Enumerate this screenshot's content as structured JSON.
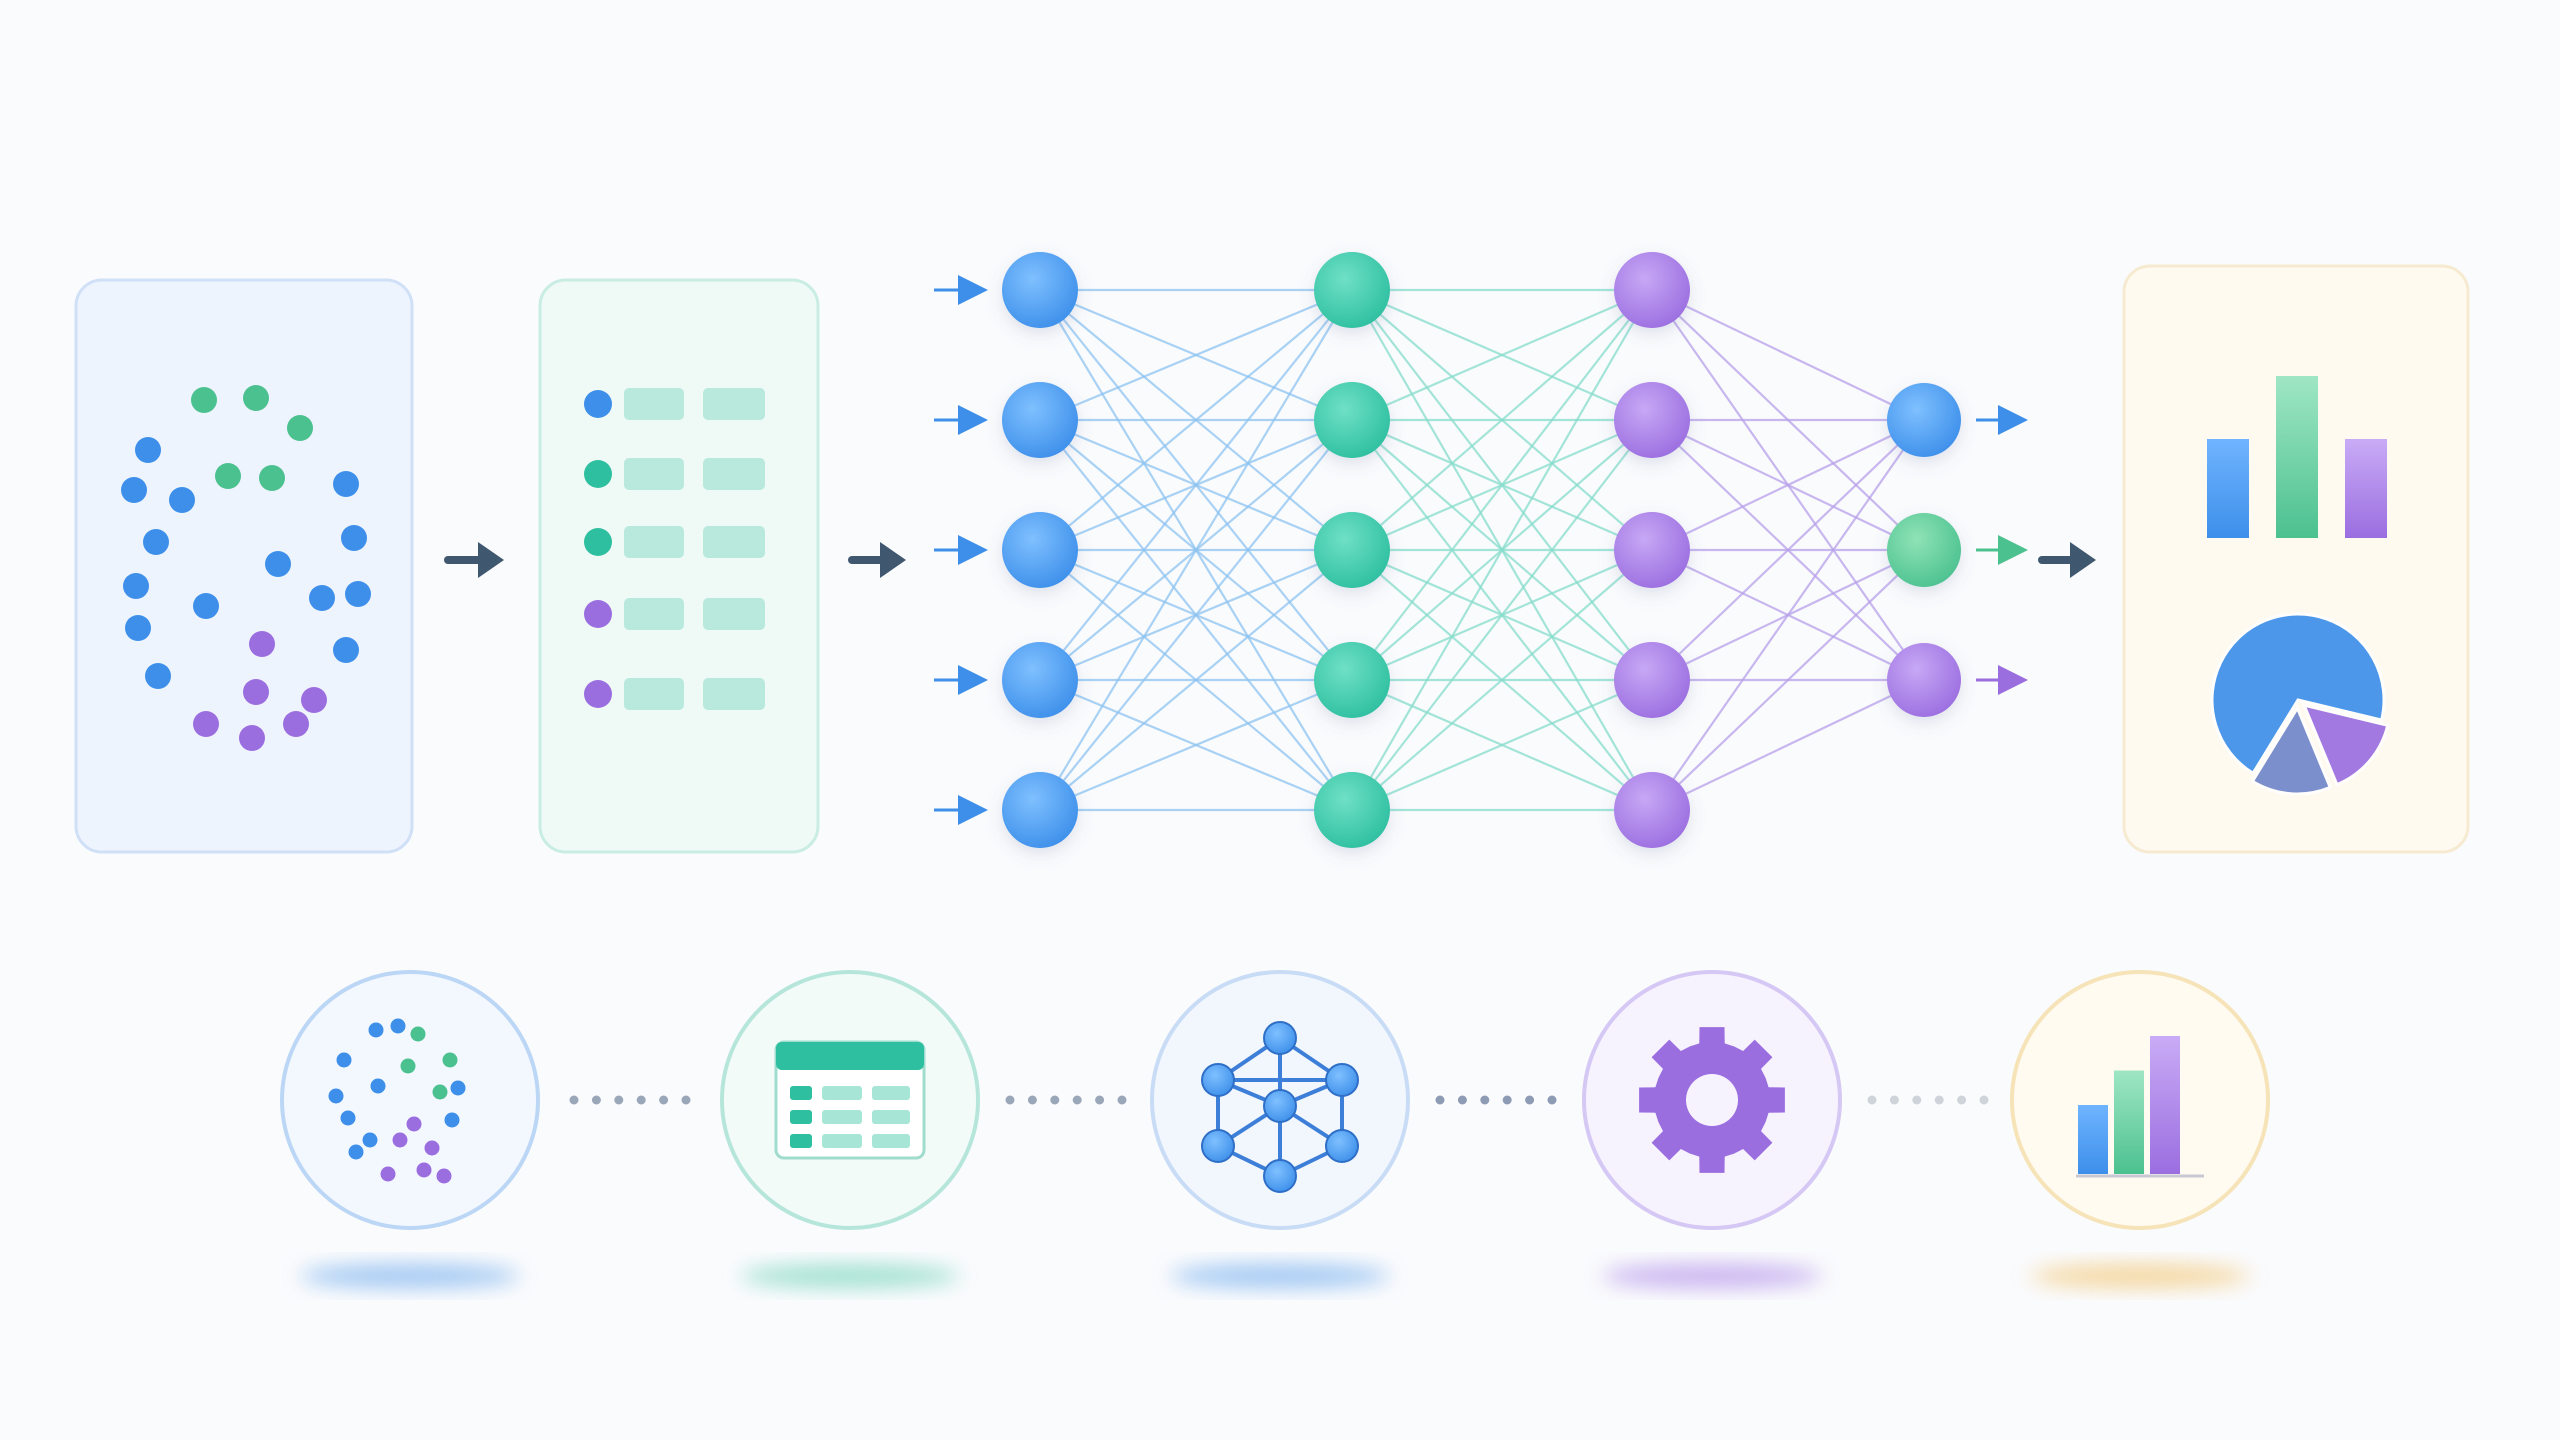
{
  "colors": {
    "blue": "#3d8fea",
    "teal": "#2ebfa0",
    "green": "#4cc190",
    "purple": "#9b6ee0",
    "slate_arrow": "#3f5870",
    "panel_blue_bg": "#eef4fd",
    "panel_blue_border": "#cfe0f7",
    "panel_green_bg": "#effaf7",
    "panel_green_border": "#c9ece3",
    "panel_yellow_bg": "#fffaf0",
    "panel_yellow_border": "#f6ead1"
  },
  "stages": [
    {
      "id": "raw-data",
      "icon": "scatter-dots-icon",
      "accent": "#3d8fea"
    },
    {
      "id": "structured-data",
      "icon": "table-icon",
      "accent": "#2ebfa0"
    },
    {
      "id": "neural-network",
      "icon": "network-icon",
      "accent": "#3d8fea"
    },
    {
      "id": "processing",
      "icon": "gear-icon",
      "accent": "#9b6ee0"
    },
    {
      "id": "results",
      "icon": "bar-chart-icon",
      "accent": "#f2c15a"
    }
  ],
  "network": {
    "layers": [
      {
        "nodes": 5,
        "color": "#3d8fea"
      },
      {
        "nodes": 5,
        "color": "#2ebfa0"
      },
      {
        "nodes": 5,
        "color": "#9b6ee0"
      },
      {
        "nodes": 3,
        "color": "mixed"
      }
    ],
    "output_colors": [
      "#3d8fea",
      "#4cc190",
      "#9b6ee0"
    ]
  },
  "results_panel": {
    "bars": [
      {
        "value": 0.55,
        "color": "#3d8fea"
      },
      {
        "value": 0.9,
        "color": "#4cc190"
      },
      {
        "value": 0.55,
        "color": "#9b6ee0"
      }
    ],
    "pie": [
      {
        "value": 0.7,
        "color": "#3d8fea"
      },
      {
        "value": 0.15,
        "color": "#9b6ee0"
      },
      {
        "value": 0.15,
        "color": "#6f86c9"
      }
    ]
  },
  "icon_bar_chart": [
    {
      "value": 0.5,
      "color": "#3d8fea"
    },
    {
      "value": 0.75,
      "color": "#4cc190"
    },
    {
      "value": 1.0,
      "color": "#9b6ee0"
    }
  ]
}
